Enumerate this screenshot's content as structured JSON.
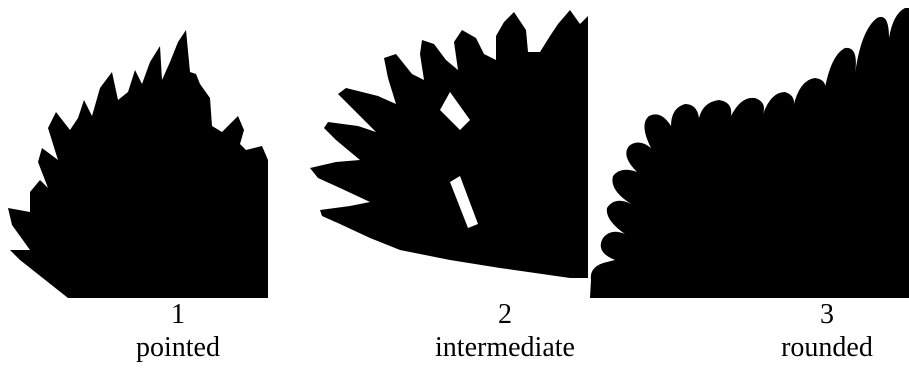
{
  "figure": {
    "panels": [
      {
        "number": "1",
        "label": "pointed",
        "shape": "leaf-margin-pointed",
        "fill_color": "#000000"
      },
      {
        "number": "2",
        "label": "intermediate",
        "shape": "leaf-margin-intermediate",
        "fill_color": "#000000"
      },
      {
        "number": "3",
        "label": "rounded",
        "shape": "leaf-margin-rounded",
        "fill_color": "#000000"
      }
    ]
  }
}
